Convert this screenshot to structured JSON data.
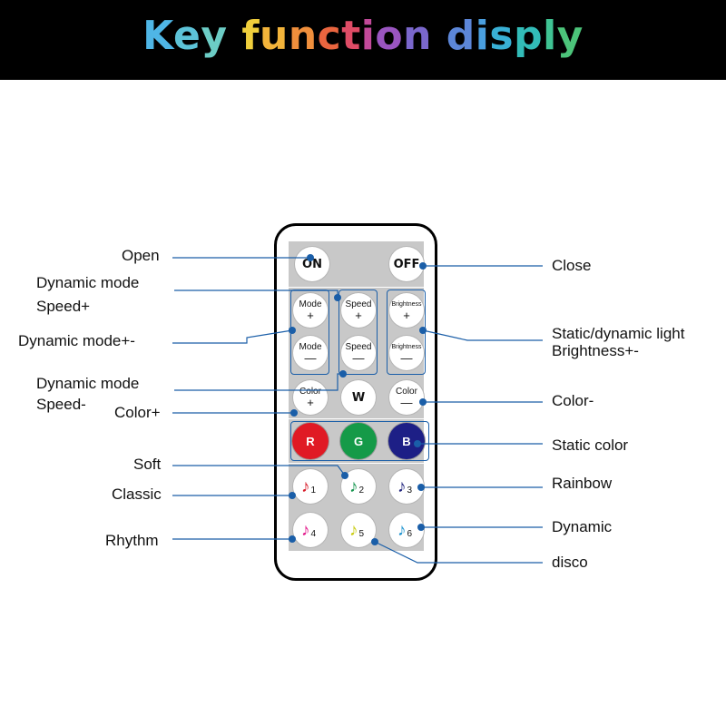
{
  "header": {
    "title_parts": [
      "K",
      "e",
      "y",
      " ",
      "f",
      "u",
      "n",
      "c",
      "t",
      "i",
      "o",
      "n",
      " ",
      "d",
      "i",
      "s",
      "p",
      "l",
      "y"
    ],
    "title_colors": [
      "#4fb6e6",
      "#5dc3d8",
      "#6ccdc6",
      "#fff",
      "#f0cf3c",
      "#f3b43a",
      "#f08f3c",
      "#e9653f",
      "#df4c66",
      "#c24a9a",
      "#9a55c0",
      "#7a67cc",
      "#fff",
      "#5c86d8",
      "#4a9fe0",
      "#39b0d5",
      "#32bcb8",
      "#3fc393",
      "#4cc47a"
    ]
  },
  "remote": {
    "on": "ON",
    "off": "OFF",
    "mode_plus": {
      "text": "Mode",
      "sign": "+"
    },
    "mode_minus": {
      "text": "Mode",
      "sign": "—"
    },
    "speed_plus": {
      "text": "Speed",
      "sign": "+"
    },
    "speed_minus": {
      "text": "Speed",
      "sign": "—"
    },
    "bright_plus": {
      "text": "Brightness",
      "sign": "+"
    },
    "bright_minus": {
      "text": "Brightness",
      "sign": "—"
    },
    "color_plus": {
      "text": "Color",
      "sign": "+"
    },
    "w": "W",
    "color_minus": {
      "text": "Color",
      "sign": "—"
    },
    "r": "R",
    "g": "G",
    "b": "B",
    "colors": {
      "r": "#e01a24",
      "g": "#159a48",
      "b": "#1d1f86"
    },
    "music": [
      {
        "glyph": "♪",
        "num": "1",
        "color": "#d81c2a"
      },
      {
        "glyph": "♪",
        "num": "2",
        "color": "#16964f"
      },
      {
        "glyph": "♪",
        "num": "3",
        "color": "#23267f"
      },
      {
        "glyph": "♪",
        "num": "4",
        "color": "#e2178a"
      },
      {
        "glyph": "♪",
        "num": "5",
        "color": "#c9cc12"
      },
      {
        "glyph": "♪",
        "num": "6",
        "color": "#1f94d0"
      }
    ]
  },
  "labels": {
    "open": "Open",
    "dyn_speed_plus_1": "Dynamic mode",
    "dyn_speed_plus_2": "Speed+",
    "dyn_mode_pm": "Dynamic mode+-",
    "dyn_speed_minus_1": "Dynamic mode",
    "dyn_speed_minus_2": "Speed-",
    "color_plus": "Color+",
    "soft": "Soft",
    "classic": "Classic",
    "rhythm": "Rhythm",
    "close": "Close",
    "brightness_1": "Static/dynamic light",
    "brightness_2": "Brightness+-",
    "color_minus": "Color-",
    "static_color": "Static color",
    "rainbow": "Rainbow",
    "dynamic": "Dynamic",
    "disco": "disco"
  },
  "line_color": "#1a5ea8"
}
